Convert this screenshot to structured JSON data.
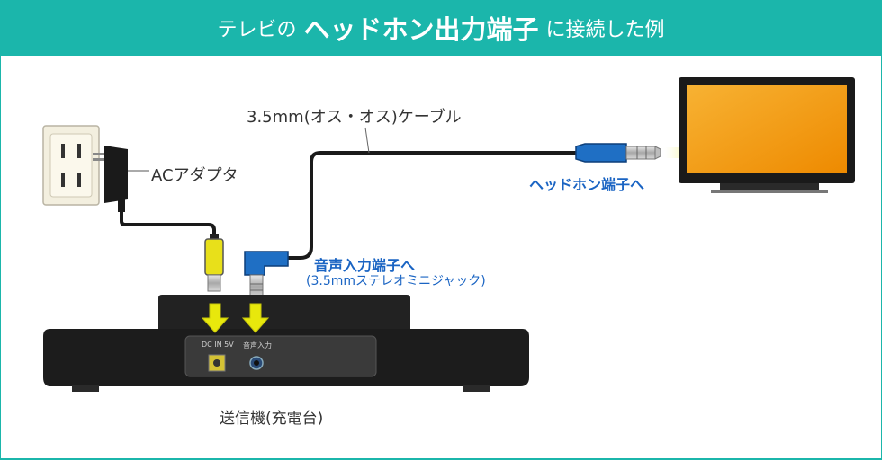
{
  "header": {
    "prefix": "テレビの",
    "emphasis": "ヘッドホン出力端子",
    "suffix": "に接続した例",
    "bg_color": "#1bb6ab"
  },
  "labels": {
    "adapter": "ACアダプタ",
    "cable": "3.5mm(オス・オス)ケーブル",
    "tv_port": "ヘッドホン端子へ",
    "audio_in_line1": "音声入力端子へ",
    "audio_in_line2": "(3.5mmステレオミニジャック)",
    "transmitter": "送信機(充電台)",
    "panel_dc": "DC IN 5V",
    "panel_audio": "音声入力"
  },
  "icons": {
    "outlet": "wall-outlet-icon",
    "adapter": "ac-adapter-icon",
    "tv": "tv-icon",
    "arrows": "down-arrow-icon"
  },
  "colors": {
    "accent": "#1bb6ab",
    "label_blue": "#1a64c3",
    "arrow_yellow": "#e8e80c",
    "plug_blue": "#1f6fc4",
    "tv_screen": "#f39a0b"
  }
}
